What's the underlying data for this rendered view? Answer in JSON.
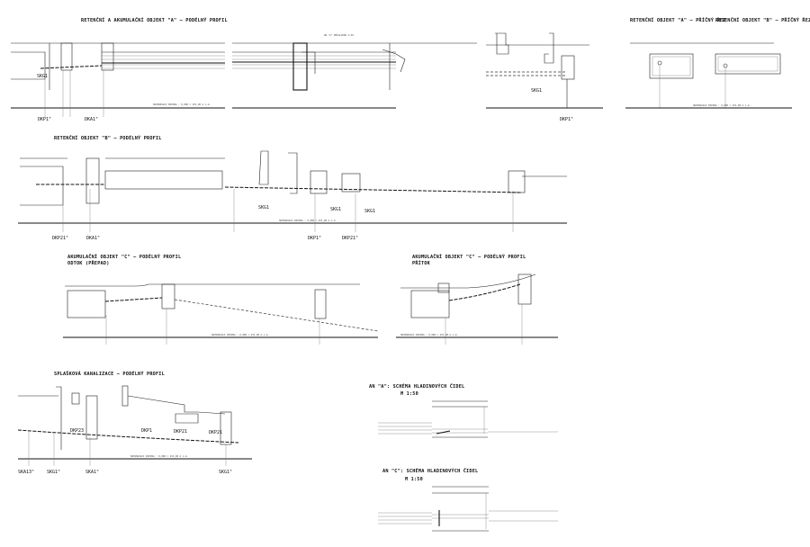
{
  "drawings": {
    "a_long": {
      "title": "RETENČNÍ A AKUMULAČNÍ OBJEKT \"A\" – PODÉLNÝ PROFIL",
      "labels": [
        "SKG1",
        "DKP1\"",
        "DKA1\"",
        "SKG1",
        "DKP1\""
      ],
      "datum": "SROVNÁVACÍ ROVINA : 0,000 = 231,00 m n.m.",
      "note": "AN \"A\" PŘÍSLUŠNÍ 1:20"
    },
    "a_cross": {
      "title": "RETENČNÍ OBJEKT \"A\" – PŘÍČNÝ ŘEZ"
    },
    "b_cross": {
      "title": "RETENČNÍ OBJEKT \"B\" – PŘÍČNÝ ŘEZ",
      "datum": "SROVNÁVACÍ ROVINA : 0,000 = 231,00 m n.m."
    },
    "b_long": {
      "title": "RETENČNÍ OBJEKT \"B\" – PODÉLNÝ PROFIL",
      "labels": [
        "DKP21\"",
        "DKA1\"",
        "SKG1",
        "SKG1",
        "SKG1",
        "DKP1\"",
        "DKP21\""
      ],
      "datum": "SROVNÁVACÍ ROVINA : 0,000 = 231,00 m n.m."
    },
    "c_out": {
      "title": "AKUMULAČNÍ OBJEKT \"C\" – PODÉLNÝ PROFIL",
      "subtitle": "ODTOK (PŘEPAD)",
      "datum": "SROVNÁVACÍ ROVINA : 0,000 = 231,00 m n.m."
    },
    "c_in": {
      "title": "AKUMULAČNÍ OBJEKT \"C\" – PODÉLNÝ PROFIL",
      "subtitle": "PŘÍTOK",
      "datum": "SROVNÁVACÍ ROVINA : 0,000 = 231,00 m n.m."
    },
    "sewer": {
      "title": "SPLAŠKOVÁ KANALIZACE – PODÉLNÝ PROFIL",
      "labels": [
        "DKP23",
        "DKP1",
        "DKP21",
        "DKP21",
        "SKA13\"",
        "SKG1\"",
        "SKA1\"",
        "SKG1\""
      ],
      "datum": "SROVNÁVACÍ ROVINA : 0,000 = 231,00 m n.m."
    },
    "an_a": {
      "title": "AN \"A\": SCHÉMA HLADINOVÝCH ČIDEL",
      "scale": "M 1:50"
    },
    "an_c": {
      "title": "AN \"C\": SCHÉMA HLADINOVÝCH ČIDEL",
      "scale": "M 1:50"
    }
  }
}
